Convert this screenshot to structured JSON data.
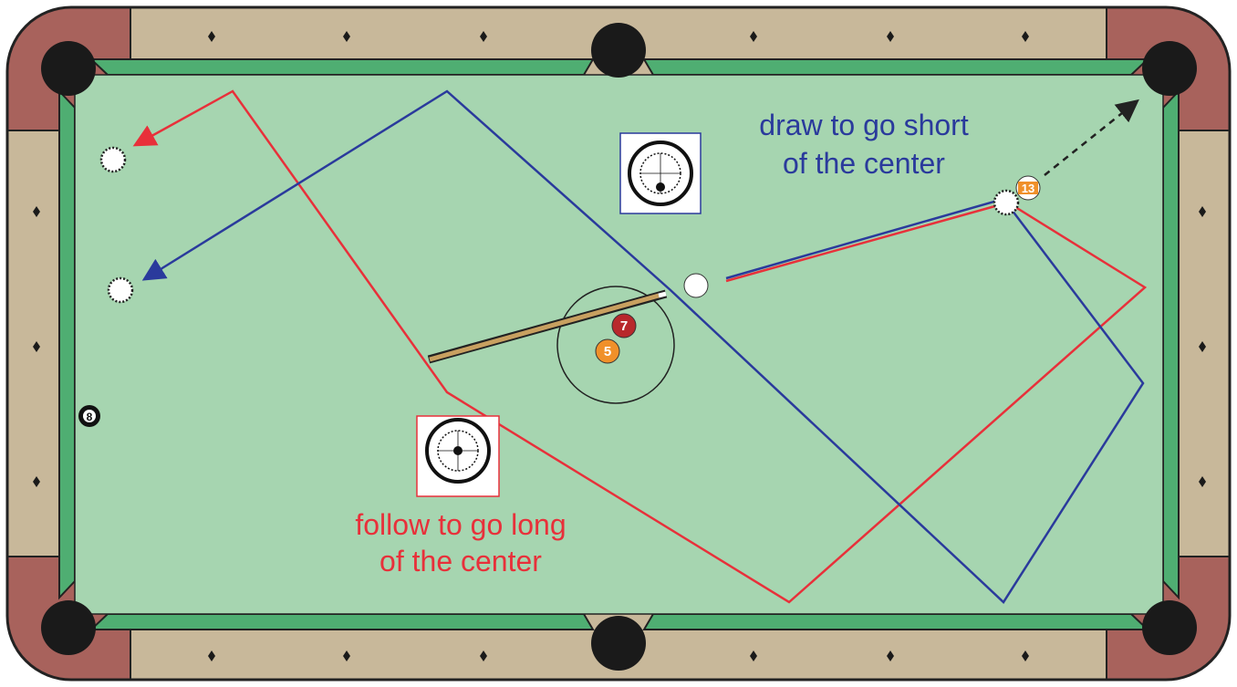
{
  "annotations": {
    "draw_line1": "draw to go short",
    "draw_line2": "of the center",
    "follow_line1": "follow to go long",
    "follow_line2": "of the center"
  },
  "balls": {
    "seven": "7",
    "five": "5",
    "eight": "8",
    "thirteen": "13"
  },
  "colors": {
    "rail_wood": "#a8625c",
    "rail_cushion_top": "#c8b89a",
    "felt": "#a6d5b0",
    "cushion": "#4fae72",
    "draw_path": "#2a3a9c",
    "follow_path": "#e8303a",
    "ball_seven": "#b8282c",
    "ball_five": "#f0902a",
    "ball_thirteen": "#f0902a",
    "cue_stick": "#c8a060"
  },
  "icons": [
    "diamond-icon",
    "pocket-icon",
    "cue-ball-icon",
    "ghost-ball-icon",
    "cue-tip-diagram-icon",
    "arrow-icon"
  ]
}
